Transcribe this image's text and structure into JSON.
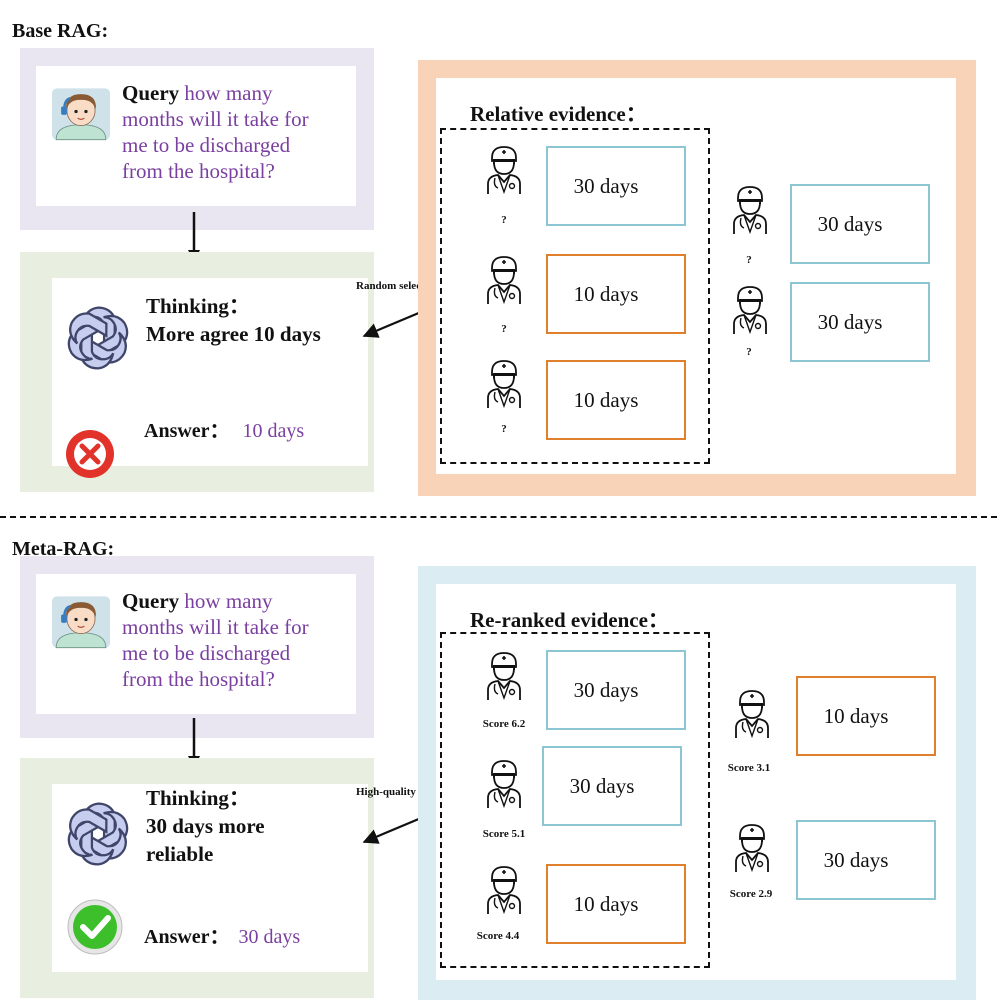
{
  "top": {
    "title": "Base RAG:",
    "query": {
      "label": "Query",
      "lines": [
        "how many",
        "months will it take for",
        "me to be discharged",
        "from the hospital?"
      ]
    },
    "thinking": {
      "label": "Thinking：",
      "lines": [
        "More agree 10 days"
      ]
    },
    "answer": {
      "label": "Answer：",
      "value": "10 days"
    },
    "arrow_label": "Random selected",
    "evidence_title": "Relative evidence：",
    "selected": [
      {
        "doc": "?",
        "text": "30 days",
        "color": "blue"
      },
      {
        "doc": "?",
        "text": "10 days",
        "color": "orange"
      },
      {
        "doc": "?",
        "text": "10 days",
        "color": "orange"
      }
    ],
    "others": [
      {
        "doc": "?",
        "text": "30 days",
        "color": "blue"
      },
      {
        "doc": "?",
        "text": "30 days",
        "color": "blue"
      }
    ]
  },
  "bottom": {
    "title": "Meta-RAG:",
    "query": {
      "label": "Query",
      "lines": [
        "how many",
        "months will it take for",
        "me to be discharged",
        "from the hospital?"
      ]
    },
    "thinking": {
      "label": "Thinking：",
      "lines": [
        "30 days more",
        "reliable"
      ]
    },
    "answer": {
      "label": "Answer：",
      "value": "30 days"
    },
    "arrow_label": "High-quality",
    "evidence_title": "Re-ranked evidence：",
    "selected": [
      {
        "doc": "Score 6.2",
        "text": "30 days",
        "color": "blue"
      },
      {
        "doc": "Score 5.1",
        "text": "30 days",
        "color": "blue"
      },
      {
        "doc": "Score 4.4",
        "text": "10 days",
        "color": "orange"
      }
    ],
    "others": [
      {
        "doc": "Score 3.1",
        "text": "10 days",
        "color": "orange"
      },
      {
        "doc": "Score 2.9",
        "text": "30 days",
        "color": "blue"
      }
    ]
  },
  "colors": {
    "query_text": "#7a3fa0",
    "blue_box": "#8cc6d3",
    "orange_box": "#e07f2c",
    "wrong": "#e2332a",
    "right": "#3cbf2b"
  },
  "icons": [
    "user-avatar-icon",
    "openai-logo-icon",
    "wrong-x-icon",
    "correct-check-icon",
    "doctor-icon"
  ]
}
